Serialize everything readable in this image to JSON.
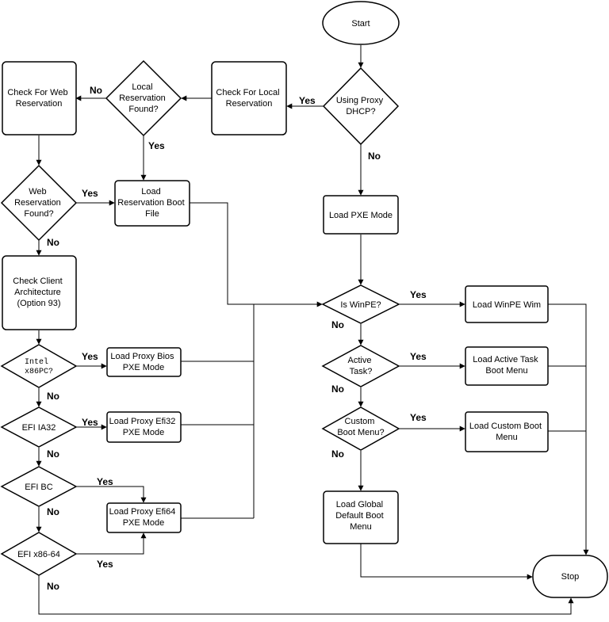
{
  "nodes": {
    "start": [
      "Start"
    ],
    "using_proxy_dhcp": [
      "Using Proxy",
      "DHCP?"
    ],
    "check_local_reservation": [
      "Check For Local",
      "Reservation"
    ],
    "local_reservation_found": [
      "Local",
      "Reservation",
      "Found?"
    ],
    "check_web_reservation": [
      "Check For Web",
      "Reservation"
    ],
    "web_reservation_found": [
      "Web",
      "Reservation",
      "Found?"
    ],
    "load_reservation_boot_file": [
      "Load",
      "Reservation Boot",
      "File"
    ],
    "check_client_architecture": [
      "Check Client",
      "Architecture",
      "(Option 93)"
    ],
    "intel_x86pc": [
      "Intel",
      "x86PC?"
    ],
    "load_proxy_bios": [
      "Load Proxy Bios",
      "PXE Mode"
    ],
    "efi_ia32": [
      "EFI IA32"
    ],
    "load_proxy_efi32": [
      "Load Proxy Efi32",
      "PXE Mode"
    ],
    "efi_bc": [
      "EFI BC"
    ],
    "load_proxy_efi64": [
      "Load Proxy Efi64",
      "PXE Mode"
    ],
    "efi_x86_64": [
      "EFI x86-64"
    ],
    "load_pxe_mode": [
      "Load PXE Mode"
    ],
    "is_winpe": [
      "Is WinPE?"
    ],
    "load_winpe_wim": [
      "Load WinPE Wim"
    ],
    "active_task": [
      "Active",
      "Task?"
    ],
    "load_active_task_boot_menu": [
      "Load Active Task",
      "Boot Menu"
    ],
    "custom_boot_menu": [
      "Custom",
      "Boot Menu?"
    ],
    "load_custom_boot_menu": [
      "Load Custom Boot",
      "Menu"
    ],
    "load_global_default_boot_menu": [
      "Load Global",
      "Default Boot",
      "Menu"
    ],
    "stop": [
      "Stop"
    ]
  },
  "edge_labels": {
    "proxy_yes": "Yes",
    "proxy_no": "No",
    "local_no": "No",
    "local_yes": "Yes",
    "web_yes": "Yes",
    "web_no": "No",
    "intel_yes": "Yes",
    "intel_no": "No",
    "ia32_yes": "Yes",
    "ia32_no": "No",
    "bc_yes": "Yes",
    "bc_no": "No",
    "x8664_yes": "Yes",
    "x8664_no": "No",
    "winpe_yes": "Yes",
    "winpe_no": "No",
    "active_yes": "Yes",
    "active_no": "No",
    "custom_yes": "Yes",
    "custom_no": "No"
  }
}
